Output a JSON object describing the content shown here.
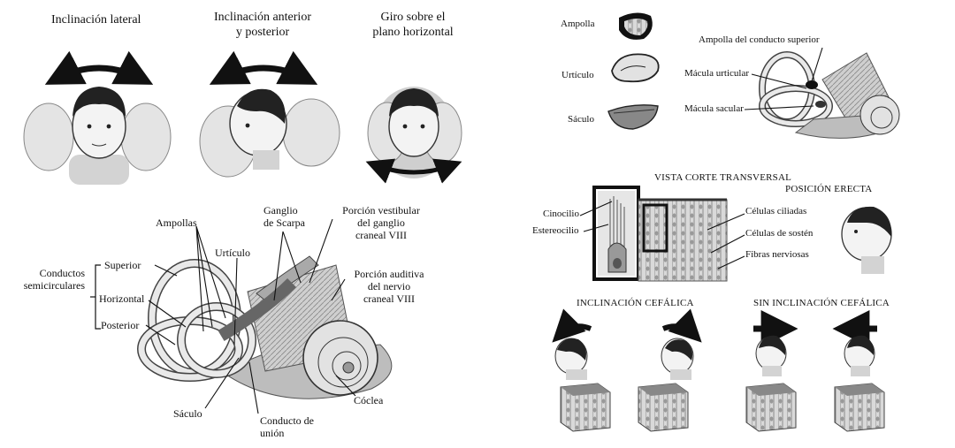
{
  "head_movements": {
    "lateral": "Inclinación lateral",
    "ant_post_line1": "Inclinación anterior",
    "ant_post_line2": "y posterior",
    "rotation_line1": "Giro sobre el",
    "rotation_line2": "plano horizontal"
  },
  "labyrinth": {
    "ampollas": "Ampollas",
    "ganglio_line1": "Ganglio",
    "ganglio_line2": "de Scarpa",
    "porcion_vest_line1": "Porción vestibular",
    "porcion_vest_line2": "del ganglio",
    "porcion_vest_line3": "craneal VIII",
    "conductos_line1": "Conductos",
    "conductos_line2": "semicirculares",
    "superior": "Superior",
    "horizontal": "Horizontal",
    "posterior": "Posterior",
    "utriculo": "Urtículo",
    "porcion_aud_line1": "Porción auditiva",
    "porcion_aud_line2": "del nervio",
    "porcion_aud_line3": "craneal VIII",
    "saculo": "Sáculo",
    "conducto_union_line1": "Conducto de",
    "conducto_union_line2": "unión",
    "coclea": "Cóclea"
  },
  "organs": {
    "ampolla": "Ampolla",
    "urticulo": "Urtículo",
    "saculo": "Sáculo",
    "ampolla_conducto_superior": "Ampolla del conducto superior",
    "macula_urticular": "Mácula urticular",
    "macula_sacular": "Mácula sacular"
  },
  "cross_section": {
    "title": "VISTA CORTE TRANSVERSAL",
    "cinocilio": "Cinocilio",
    "estereocilio": "Estereocilio",
    "celulas_ciliadas": "Células ciliadas",
    "celulas_sosten": "Células de sostén",
    "fibras_nerviosas": "Fibras nerviosas",
    "posicion_erecta": "POSICIÓN ERECTA"
  },
  "tilt": {
    "inclinacion": "INCLINACIÓN CEFÁLICA",
    "sin_inclinacion": "SIN INCLINACIÓN CEFÁLICA"
  }
}
